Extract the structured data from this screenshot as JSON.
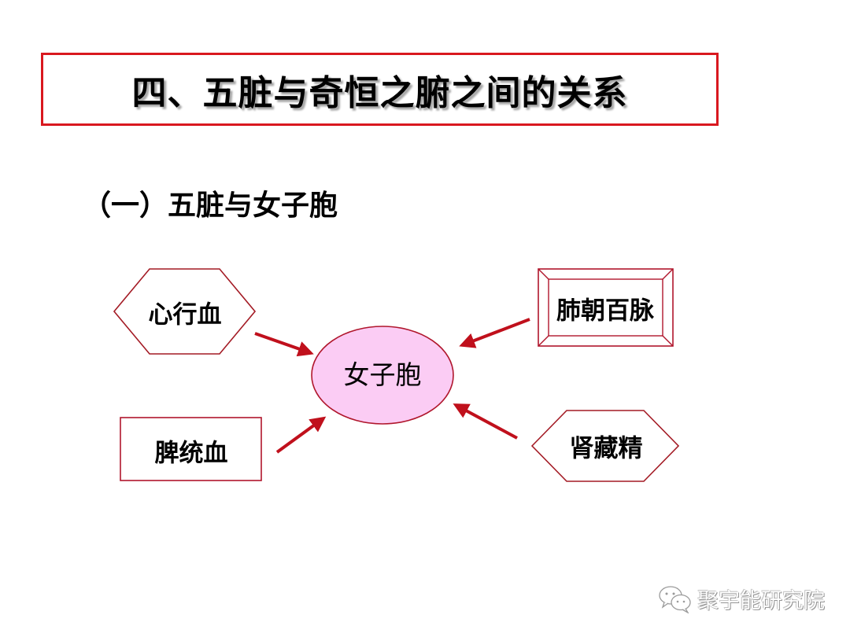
{
  "slide": {
    "title": "四、五脏与奇恒之腑之间的关系",
    "subtitle": "（一）五脏与女子胞"
  },
  "diagram": {
    "center": {
      "label": "女子胞",
      "shape": "ellipse",
      "fill": "#fbccf4",
      "stroke": "#b0162c"
    },
    "nodes": [
      {
        "id": "heart",
        "label": "心行血",
        "shape": "hexagon",
        "position": "top-left",
        "stroke": "#a31a24"
      },
      {
        "id": "lung",
        "label": "肺朝百脉",
        "shape": "bevel-rectangle",
        "position": "top-right",
        "stroke": "#b0162c"
      },
      {
        "id": "spleen",
        "label": "脾统血",
        "shape": "rectangle",
        "position": "bottom-left",
        "stroke": "#b0162c"
      },
      {
        "id": "kidney",
        "label": "肾藏精",
        "shape": "hexagon",
        "position": "bottom-right",
        "stroke": "#a31a24"
      }
    ],
    "arrows": [
      {
        "from": "心行血",
        "to": "女子胞"
      },
      {
        "from": "肺朝百脉",
        "to": "女子胞"
      },
      {
        "from": "脾统血",
        "to": "女子胞"
      },
      {
        "from": "肾藏精",
        "to": "女子胞"
      }
    ],
    "arrow_color": "#c0101c"
  },
  "watermark": {
    "icon": "wechat-icon",
    "text": "聚宇能研究院"
  },
  "colors": {
    "title_border": "#d9181f",
    "accent_red": "#c0101c",
    "center_fill": "#fbccf4"
  }
}
